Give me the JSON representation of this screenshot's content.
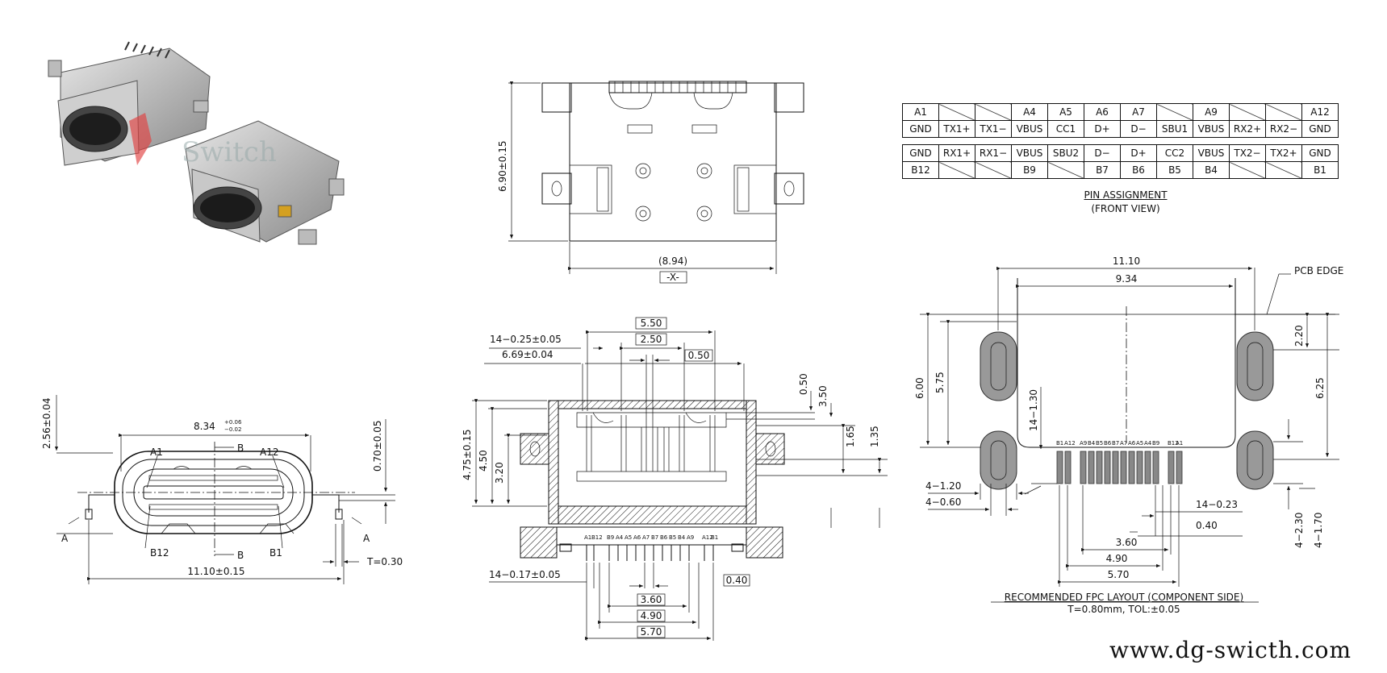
{
  "watermark": "Switch",
  "website": "www.dg-swicth.com",
  "top_view": {
    "height_dim": "6.90±0.15",
    "width_dim": "(8.94)",
    "datum": "-X-"
  },
  "pin_table": {
    "rows": [
      [
        "A1",
        "/",
        "/",
        "A4",
        "A5",
        "A6",
        "A7",
        "/",
        "A9",
        "/",
        "/",
        "A12"
      ],
      [
        "GND",
        "TX1+",
        "TX1−",
        "VBUS",
        "CC1",
        "D+",
        "D−",
        "SBU1",
        "VBUS",
        "RX2+",
        "RX2−",
        "GND"
      ],
      [
        "GND",
        "RX1+",
        "RX1−",
        "VBUS",
        "SBU2",
        "D−",
        "D+",
        "CC2",
        "VBUS",
        "TX2−",
        "TX2+",
        "GND"
      ],
      [
        "B12",
        "/",
        "/",
        "B9",
        "/",
        "B7",
        "B6",
        "B5",
        "B4",
        "/",
        "/",
        "B1"
      ]
    ],
    "caption": "PIN ASSIGNMENT",
    "subcaption": "(FRONT VIEW)"
  },
  "front_view": {
    "height_dim": "2.56±0.04",
    "width_dim": "8.34",
    "width_tol_upper": "+0.06",
    "width_tol_lower": "−0.02",
    "thickness_dim": "0.70±0.05",
    "overall_dim": "11.10±0.15",
    "t_dim": "T=0.30",
    "labels": {
      "a1": "A1",
      "a12": "A12",
      "b12": "B12",
      "b1": "B1",
      "b_top": "B",
      "b_bottom": "B",
      "a_left": "A",
      "a_right": "A"
    }
  },
  "side_view": {
    "dim_550": "5.50",
    "dim_250": "2.50",
    "dim_050": "0.50",
    "dim_pitch_top": "14−0.25±0.05",
    "dim_669": "6.69±0.04",
    "dim_475": "4.75±0.15",
    "dim_450": "4.50",
    "dim_320": "3.20",
    "dim_050r": "0.50",
    "dim_350": "3.50",
    "dim_165": "1.65",
    "dim_135": "1.35",
    "dim_pitch_bottom": "14−0.17±0.05",
    "dim_040": "0.40",
    "dim_360": "3.60",
    "dim_490": "4.90",
    "dim_570": "5.70",
    "pin_labels": [
      "A1",
      "B12",
      "B9",
      "A4",
      "A5",
      "A6",
      "A7",
      "B7",
      "B6",
      "B5",
      "B4",
      "A9",
      "A12",
      "B1"
    ]
  },
  "fpc_layout": {
    "dim_1110": "11.10",
    "dim_934": "9.34",
    "pcb_edge": "PCB EDGE",
    "dim_600": "6.00",
    "dim_575": "5.75",
    "dim_1430": "14−1.30",
    "dim_220": "2.20",
    "dim_625": "6.25",
    "dim_4120": "4−1.20",
    "dim_4060": "4−0.60",
    "dim_14023": "14−0.23",
    "dim_040": "0.40",
    "dim_360": "3.60",
    "dim_490": "4.90",
    "dim_570": "5.70",
    "dim_4230": "4−2.30",
    "dim_4170": "4−1.70",
    "pad_labels": [
      "B1",
      "A12",
      "A9",
      "B4",
      "B5",
      "B6",
      "B7",
      "A7",
      "A6",
      "A5",
      "A4",
      "B9",
      "B12",
      "A1"
    ],
    "caption": "RECOMMENDED FPC LAYOUT (COMPONENT SIDE)",
    "subcaption": "T=0.80mm, TOL:±0.05"
  }
}
